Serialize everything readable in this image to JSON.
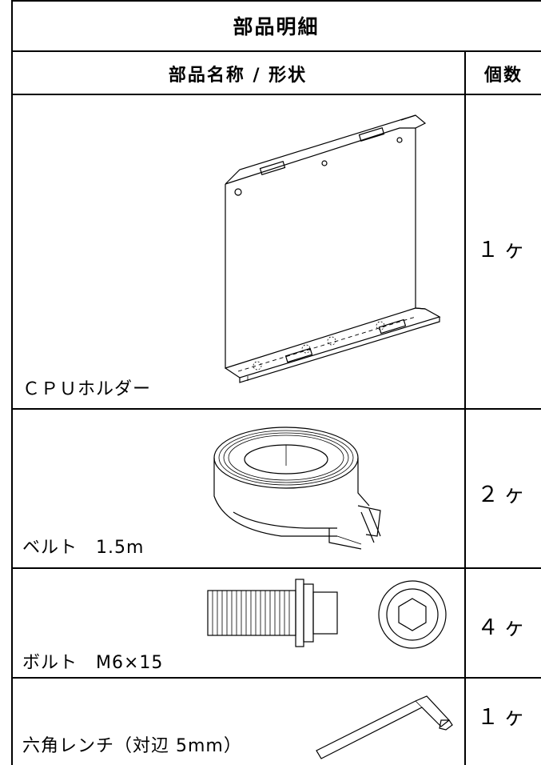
{
  "table": {
    "title": "部品明細",
    "header": {
      "name_col": "部品名称 / 形状",
      "qty_col": "個数"
    },
    "rows": [
      {
        "name": "ＣＰＵホルダー",
        "qty": "１ヶ",
        "illustration": "cpu-holder-drawing"
      },
      {
        "name": "ベルト　1.5m",
        "qty": "２ヶ",
        "illustration": "belt-drawing"
      },
      {
        "name": "ボルト　M6×15",
        "qty": "４ヶ",
        "illustration": "bolt-drawing"
      },
      {
        "name": "六角レンチ（対辺 5mm）",
        "qty": "１ヶ",
        "illustration": "hex-wrench-drawing"
      }
    ]
  }
}
